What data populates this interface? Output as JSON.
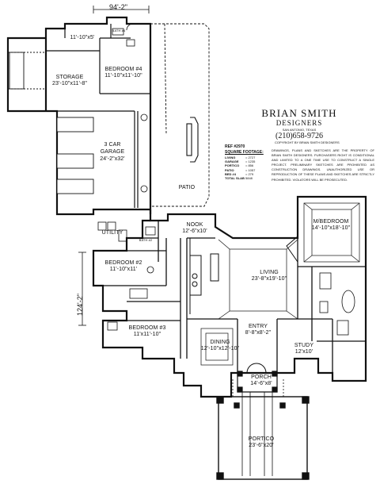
{
  "dimensions": {
    "overall_width": "94'-2\"",
    "overall_depth": "124'-2\""
  },
  "rooms": [
    {
      "key": "storage_small",
      "name": "",
      "dims": "11'-10\"x5'"
    },
    {
      "key": "storage",
      "name": "STORAGE",
      "dims": "23'-10\"x11'-8\""
    },
    {
      "key": "bedroom4",
      "name": "BEDROOM #4",
      "dims": "11'-10\"x11'-10\""
    },
    {
      "key": "garage",
      "name": "3 CAR GARAGE",
      "dims": "24'-2\"x32'"
    },
    {
      "key": "patio",
      "name": "PATIO",
      "dims": ""
    },
    {
      "key": "nook",
      "name": "NOOK",
      "dims": "12'-6\"x10'"
    },
    {
      "key": "utility",
      "name": "UTILITY",
      "dims": ""
    },
    {
      "key": "master",
      "name": "M/BEDROOM",
      "dims": "14'-10\"x18'-10\""
    },
    {
      "key": "bedroom2",
      "name": "BEDROOM #2",
      "dims": "11'-10\"x11'"
    },
    {
      "key": "living",
      "name": "LIVING",
      "dims": "23'-8\"x19'-10\""
    },
    {
      "key": "bedroom3",
      "name": "BEDROOM #3",
      "dims": "11'x11'-10\""
    },
    {
      "key": "entry",
      "name": "ENTRY",
      "dims": "8'-8\"x8'-2\""
    },
    {
      "key": "dining",
      "name": "DINING",
      "dims": "12'-10\"x12'-10\""
    },
    {
      "key": "study",
      "name": "STUDY",
      "dims": "12'x10'"
    },
    {
      "key": "porch",
      "name": "PORCH",
      "dims": "14'-6\"x8'"
    },
    {
      "key": "portico",
      "name": "PORTICO",
      "dims": "23'-6\"x20'"
    }
  ],
  "small_labels": {
    "bath4": "BATH #4",
    "bath2": "BATH #2"
  },
  "title_block": {
    "designer_line1": "BRIAN SMITH",
    "designer_line2": "DESIGNERS",
    "location": "SAN ANTONIO, TEXAS",
    "phone": "(210)658-9726",
    "ref": "REF #2970",
    "copyright": "COPYRIGHT BY      BRIAN SMITH DESIGNERS",
    "sq_heading": "SQUARE FOOTAGE:",
    "square_footage": [
      {
        "label": "LIVING",
        "value": "= 2727"
      },
      {
        "label": "GARAGE",
        "value": "= 1235"
      },
      {
        "label": "PORTICO",
        "value": "= 856"
      },
      {
        "label": "PATIO",
        "value": "= 1057"
      },
      {
        "label": "BED #4",
        "value": "= 279"
      },
      {
        "label": "TOTAL SLAB",
        "value": "5848"
      }
    ],
    "notice": "DRAWINGS, PLANS AND SKETCHES ARE THE PROPERTY OF BRIAN SMITH DESIGNERS. PURCHASERS RIGHT IS CONDITIONAL AND LIMITED TO A ONE TIME USE TO CONSTRUCT A SINGLE PROJECT. PRELIMINARY SKETCHES ARE PROHIBITED AS CONSTRUCTION DRAWINGS. UNAUTHORIZED USE OR REPRODUCTION OF THESE PLANS AND SKETCHES ARE STRICTLY PROHIBITED. VIOLATORS WILL BE PROSECUTED."
  }
}
